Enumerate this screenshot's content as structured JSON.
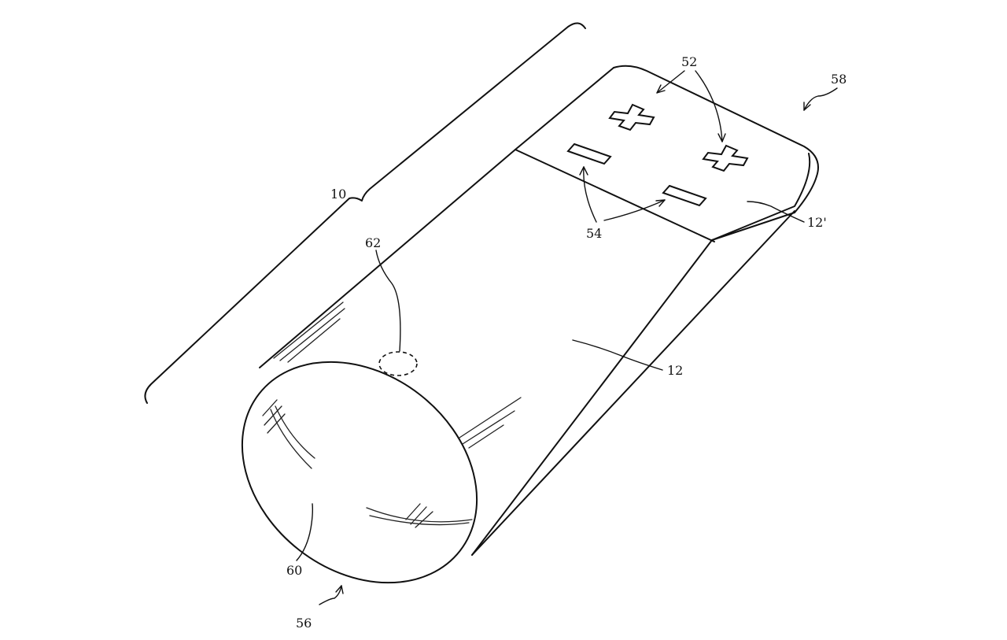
{
  "labels": {
    "device": "10",
    "body": "12",
    "top_region": "12'",
    "plus_terminals": "52",
    "minus_terminals": "54",
    "bottom_end": "56",
    "top_end": "58",
    "end_cap": "60",
    "hidden_feature": "62"
  }
}
